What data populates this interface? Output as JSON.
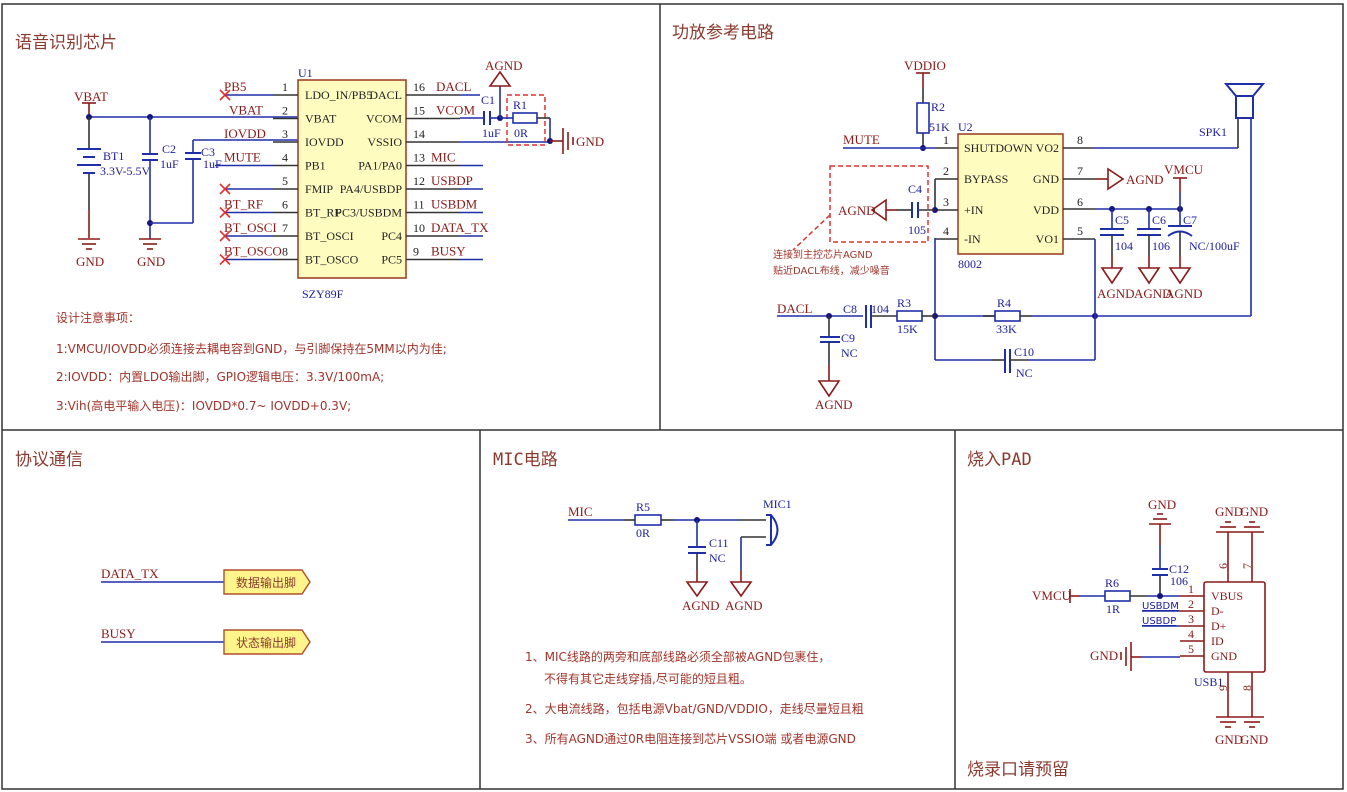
{
  "sections": {
    "voice_chip": {
      "title": "语音识别芯片",
      "chip_ref": "U1",
      "chip_part": "SZY89F",
      "left_pins": [
        {
          "num": "1",
          "name": "LDO_IN/PB5",
          "net": "PB5",
          "nc": true
        },
        {
          "num": "2",
          "name": "VBAT",
          "net": "VBAT",
          "nc": false
        },
        {
          "num": "3",
          "name": "IOVDD",
          "net": "IOVDD",
          "nc": false
        },
        {
          "num": "4",
          "name": "PB1",
          "net": "MUTE",
          "nc": false
        },
        {
          "num": "5",
          "name": "FMIP",
          "net": "",
          "nc": true
        },
        {
          "num": "6",
          "name": "BT_RF",
          "net": "BT_RF",
          "nc": true
        },
        {
          "num": "7",
          "name": "BT_OSCI",
          "net": "BT_OSCI",
          "nc": true
        },
        {
          "num": "8",
          "name": "BT_OSCO",
          "net": "BT_OSCO",
          "nc": true
        }
      ],
      "right_pins": [
        {
          "num": "16",
          "name": "DACL",
          "net": "DACL"
        },
        {
          "num": "15",
          "name": "VCOM",
          "net": "VCOM"
        },
        {
          "num": "14",
          "name": "VSSIO",
          "net": ""
        },
        {
          "num": "13",
          "name": "PA1/PA0",
          "net": "MIC"
        },
        {
          "num": "12",
          "name": "PA4/USBDP",
          "net": "USBDP"
        },
        {
          "num": "11",
          "name": "PC3/USBDM",
          "net": "USBDM"
        },
        {
          "num": "10",
          "name": "PC4",
          "net": "DATA_TX"
        },
        {
          "num": "9",
          "name": "PC5",
          "net": "BUSY"
        }
      ],
      "vbat_label": "VBAT",
      "bt1": {
        "ref": "BT1",
        "value": "3.3V-5.5V"
      },
      "c2": {
        "ref": "C2",
        "value": "1uF"
      },
      "c3": {
        "ref": "C3",
        "value": "1uF"
      },
      "c1": {
        "ref": "C1",
        "value": "1uF"
      },
      "r1": {
        "ref": "R1",
        "value": "0R"
      },
      "agnd": "AGND",
      "gnd": "GND",
      "notes_title": "设计注意事项：",
      "notes": [
        "1:VMCU/IOVDD必须连接去耦电容到GND，与引脚保持在5MM以内为佳;",
        "2:IOVDD：内置LDO输出脚，GPIO逻辑电压：3.3V/100mA;",
        "3:Vih(高电平输入电压)：IOVDD*0.7~ IOVDD+0.3V;"
      ]
    },
    "amp": {
      "title": "功放参考电路",
      "chip_ref": "U2",
      "chip_part": "8002",
      "left_pins": [
        {
          "num": "1",
          "name": "SHUTDOWN"
        },
        {
          "num": "2",
          "name": "BYPASS"
        },
        {
          "num": "3",
          "name": "+IN"
        },
        {
          "num": "4",
          "name": "-IN"
        }
      ],
      "right_pins": [
        {
          "num": "8",
          "name": "VO2"
        },
        {
          "num": "7",
          "name": "GND"
        },
        {
          "num": "6",
          "name": "VDD"
        },
        {
          "num": "5",
          "name": "VO1"
        }
      ],
      "vddio": "VDDIO",
      "vmcu": "VMCU",
      "mute": "MUTE",
      "dacl": "DACL",
      "agnd": "AGND",
      "spk": "SPK1",
      "r2": {
        "ref": "R2",
        "value": "51K"
      },
      "r3": {
        "ref": "R3",
        "value": "15K"
      },
      "r4": {
        "ref": "R4",
        "value": "33K"
      },
      "c4": {
        "ref": "C4",
        "value": "105"
      },
      "c5": {
        "ref": "C5",
        "value": "104"
      },
      "c6": {
        "ref": "C6",
        "value": "106"
      },
      "c7": {
        "ref": "C7",
        "value": "NC/100uF"
      },
      "c8": {
        "ref": "C8",
        "value": "104"
      },
      "c9": {
        "ref": "C9",
        "value": "NC"
      },
      "c10": {
        "ref": "C10",
        "value": "NC"
      },
      "annotation": [
        "连接到主控芯片AGND",
        "贴近DACL布线，减少噪音"
      ]
    },
    "protocol": {
      "title": "协议通信",
      "ports": [
        {
          "net": "DATA_TX",
          "label": "数据输出脚"
        },
        {
          "net": "BUSY",
          "label": "状态输出脚"
        }
      ]
    },
    "mic": {
      "title": "MIC电路",
      "net": "MIC",
      "r5": {
        "ref": "R5",
        "value": "0R"
      },
      "c11": {
        "ref": "C11",
        "value": "NC"
      },
      "mic_ref": "MIC1",
      "agnd": "AGND",
      "notes": [
        "1、MIC线路的两旁和底部线路必须全部被AGND包裹住，",
        "不得有其它走线穿插,尽可能的短且粗。",
        "2、大电流线路，包括电源Vbat/GND/VDDIO，走线尽量短且粗",
        "3、所有AGND通过0R电阻连接到芯片VSSIO端 或者电源GND"
      ]
    },
    "burn": {
      "title": "烧入PAD",
      "footer": "烧录口请预留",
      "vmcu": "VMCU",
      "gnd": "GND",
      "r6": {
        "ref": "R6",
        "value": "1R"
      },
      "c12": {
        "ref": "C12",
        "value": "106"
      },
      "usb_ref": "USB1",
      "usb_pins": [
        {
          "num": "1",
          "name": "VBUS",
          "net": ""
        },
        {
          "num": "2",
          "name": "D-",
          "net": "USBDM"
        },
        {
          "num": "3",
          "name": "D+",
          "net": "USBDP"
        },
        {
          "num": "4",
          "name": "ID",
          "net": ""
        },
        {
          "num": "5",
          "name": "GND",
          "net": ""
        }
      ],
      "shield_pins": [
        "6",
        "7",
        "9",
        "8"
      ]
    }
  }
}
